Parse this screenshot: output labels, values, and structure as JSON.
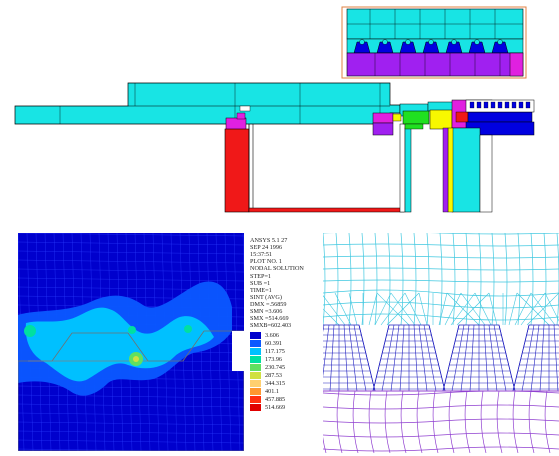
{
  "legend": {
    "header_lines": [
      "ANSYS 5.1   27",
      "SEP 24 1996",
      "15:37:51",
      "PLOT NO.   1",
      "NODAL SOLUTION",
      "STEP=1",
      "SUB =1",
      "TIME=1",
      "SINT        (AVG)",
      "DMX =.56859",
      "SMN =3.606",
      "SMX =514.669",
      "SMXB=602.403"
    ],
    "scale": [
      {
        "value": "3.606",
        "color": "#0000cd"
      },
      {
        "value": "60.391",
        "color": "#0b58ff"
      },
      {
        "value": "117.175",
        "color": "#00c0ff"
      },
      {
        "value": "173.96",
        "color": "#00e0a0"
      },
      {
        "value": "230.745",
        "color": "#60e060"
      },
      {
        "value": "287.53",
        "color": "#d0e040"
      },
      {
        "value": "344.315",
        "color": "#ffd070"
      },
      {
        "value": "401.1",
        "color": "#ff9830"
      },
      {
        "value": "457.885",
        "color": "#ff3010"
      },
      {
        "value": "514.669",
        "color": "#e00000"
      }
    ]
  },
  "colors": {
    "cyan": "#18e4e4",
    "magenta": "#e020e0",
    "red": "#f01818",
    "blue": "#0000e0",
    "yellow": "#f8f800",
    "green": "#20e020",
    "purple": "#a020f0",
    "mesh_cyan": "#40c8e0",
    "mesh_blue": "#2020c0",
    "mesh_purple": "#9040d0"
  }
}
